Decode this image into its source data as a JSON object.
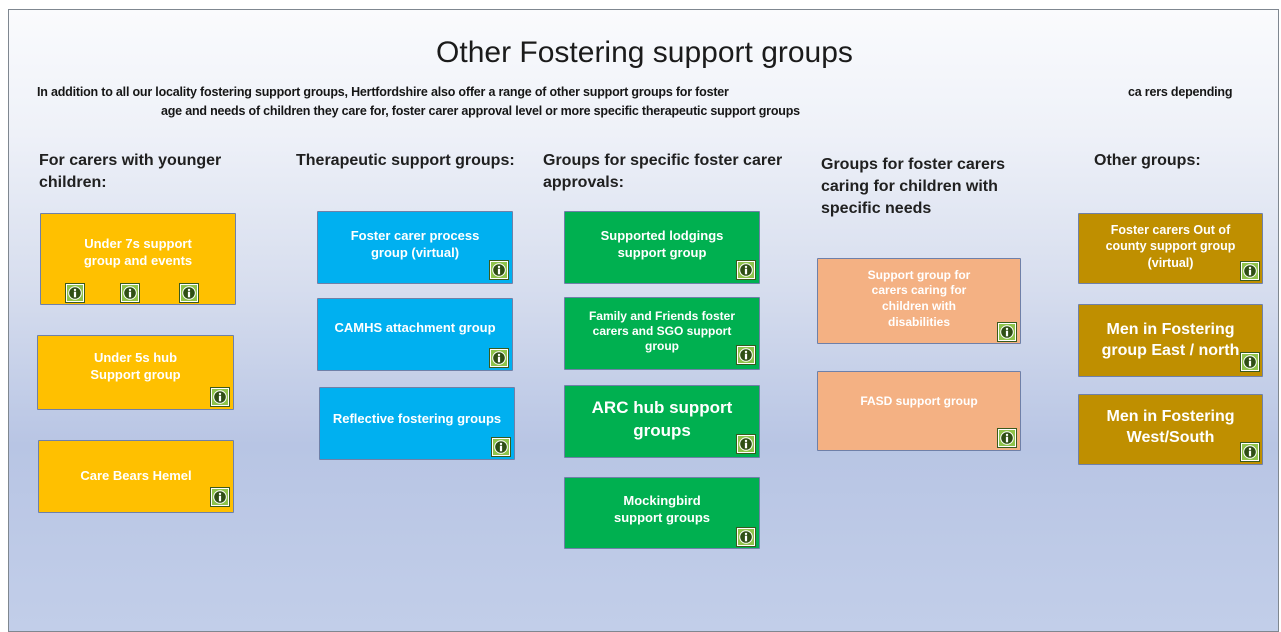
{
  "title": "Other Fostering support groups",
  "intro": {
    "line1": "In addition to all our locality fostering support groups, Hertfordshire also offer a range of other support groups for foster",
    "line1_tail": "ca rers depending",
    "line2": "age and needs of children they care for, foster carer approval level or more specific therapeutic support groups"
  },
  "columns": {
    "younger": "For carers with younger children:",
    "therapeutic": "Therapeutic support groups:",
    "approvals": "Groups for specific foster carer approvals:",
    "needs": "Groups for foster carers caring for children with specific needs",
    "other": "Other groups:"
  },
  "boxes": {
    "under7s": "Under 7s support group and events",
    "under5s": "Under 5s hub Support group",
    "care_bears": "Care Bears Hemel",
    "foster_process": "Foster carer process group (virtual)",
    "camhs": "CAMHS attachment group",
    "reflective": "Reflective fostering groups",
    "supported_lodgings": "Supported lodgings support group",
    "family_friends": "Family and Friends foster carers and SGO support group",
    "arc_hub": "ARC hub support groups",
    "mockingbird": "Mockingbird support groups",
    "disabilities": "Support group for carers caring for children with disabilities",
    "fasd": "FASD support group",
    "out_of_county": "Foster carers Out of county support group (virtual)",
    "men_east": "Men in Fostering group East / north",
    "men_west": "Men in Fostering West/South"
  },
  "colors": {
    "yellow": "#ffc000",
    "blue": "#00b0f0",
    "green": "#00b050",
    "peach": "#f4b183",
    "olive": "#bf8f00",
    "info_button": "#8fc34a"
  },
  "icons": {
    "info": "info-icon"
  }
}
